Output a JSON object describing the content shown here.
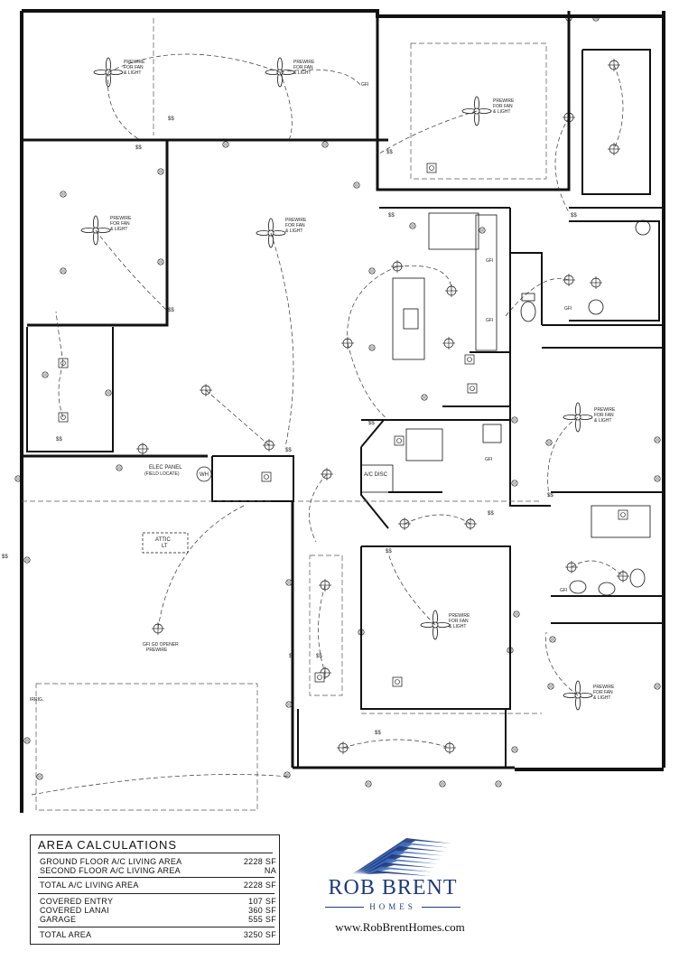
{
  "plan": {
    "labels": {
      "fan_light": [
        "PREWIRE",
        "FOR FAN",
        "& LIGHT"
      ],
      "elec_panel": "ELEC PANEL",
      "field_locate": "(FIELD LOCATE)",
      "ac_disc": "A/C DISC",
      "attic": "ATTIC",
      "attic_lt": "LT",
      "gfi_gd": "GFI GD OPENER",
      "gd_prewire": "PREWIRE",
      "wh": "WH",
      "irrig": "IRRIG.",
      "gfi": "GFI",
      "gfi_small": "GFI",
      "ss": "$$",
      "s": "$"
    }
  },
  "area": {
    "title": "AREA CALCULATIONS",
    "rows": [
      {
        "label": "GROUND FLOOR A/C LIVING AREA",
        "value": "2228 SF"
      },
      {
        "label": "SECOND FLOOR A/C LIVING AREA",
        "value": "NA"
      },
      {
        "label": "TOTAL A/C LIVING  AREA",
        "value": "2228 SF"
      },
      {
        "label": "COVERED ENTRY",
        "value": "107 SF"
      },
      {
        "label": "COVERED LANAI",
        "value": "360 SF"
      },
      {
        "label": "GARAGE",
        "value": "555 SF"
      },
      {
        "label": "TOTAL AREA",
        "value": "3250 SF"
      }
    ]
  },
  "brand": {
    "name": "ROB BRENT",
    "sub": "HOMES",
    "website": "www.RobBrentHomes.com",
    "colors": {
      "primary": "#1f3a7a",
      "light": "#3f6fc0"
    }
  }
}
